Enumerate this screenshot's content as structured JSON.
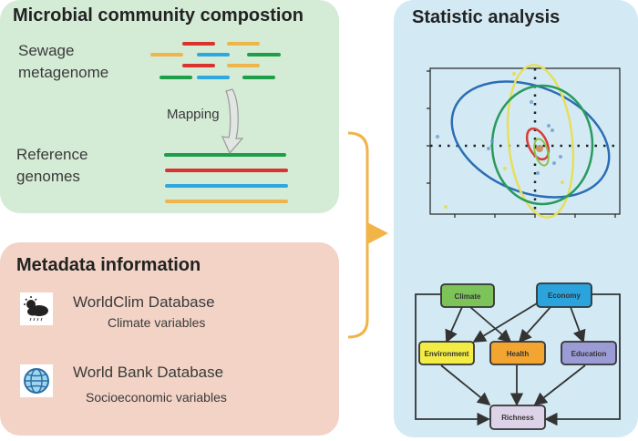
{
  "panels": {
    "microbial": {
      "title": "Microbial community compostion",
      "sewage_label_line1": "Sewage",
      "sewage_label_line2": "metagenome",
      "mapping_label": "Mapping",
      "reference_label_line1": "Reference",
      "reference_label_line2": "genomes",
      "colors": {
        "red": "#d9332f",
        "orange": "#f0b54a",
        "blue": "#2ea8df",
        "green": "#1e9e48"
      }
    },
    "metadata": {
      "title": "Metadata information",
      "sources": [
        {
          "name": "WorldClim Database",
          "subtitle": "Climate variables",
          "icon": "weather-cloud-icon"
        },
        {
          "name": "World Bank Database",
          "subtitle": "Socioeconomic variables",
          "icon": "globe-icon"
        }
      ]
    },
    "statistic": {
      "title": "Statistic analysis",
      "ordination": {
        "ellipse_colors": [
          "#2a6db5",
          "#e6df5a",
          "#2a9a5c",
          "#d93a3a",
          "#8bc34a"
        ]
      },
      "network": {
        "nodes": [
          {
            "id": "climate",
            "label": "Climate",
            "color": "#7cc35a"
          },
          {
            "id": "economy",
            "label": "Economy",
            "color": "#2ba3dc"
          },
          {
            "id": "environment",
            "label": "Environment",
            "color": "#f2ec45"
          },
          {
            "id": "health",
            "label": "Health",
            "color": "#f2a531"
          },
          {
            "id": "education",
            "label": "Education",
            "color": "#9b9bd6"
          },
          {
            "id": "richness",
            "label": "Richness",
            "color": "#ddd3e8"
          }
        ]
      }
    }
  },
  "connector": {
    "color": "#f2b347"
  }
}
